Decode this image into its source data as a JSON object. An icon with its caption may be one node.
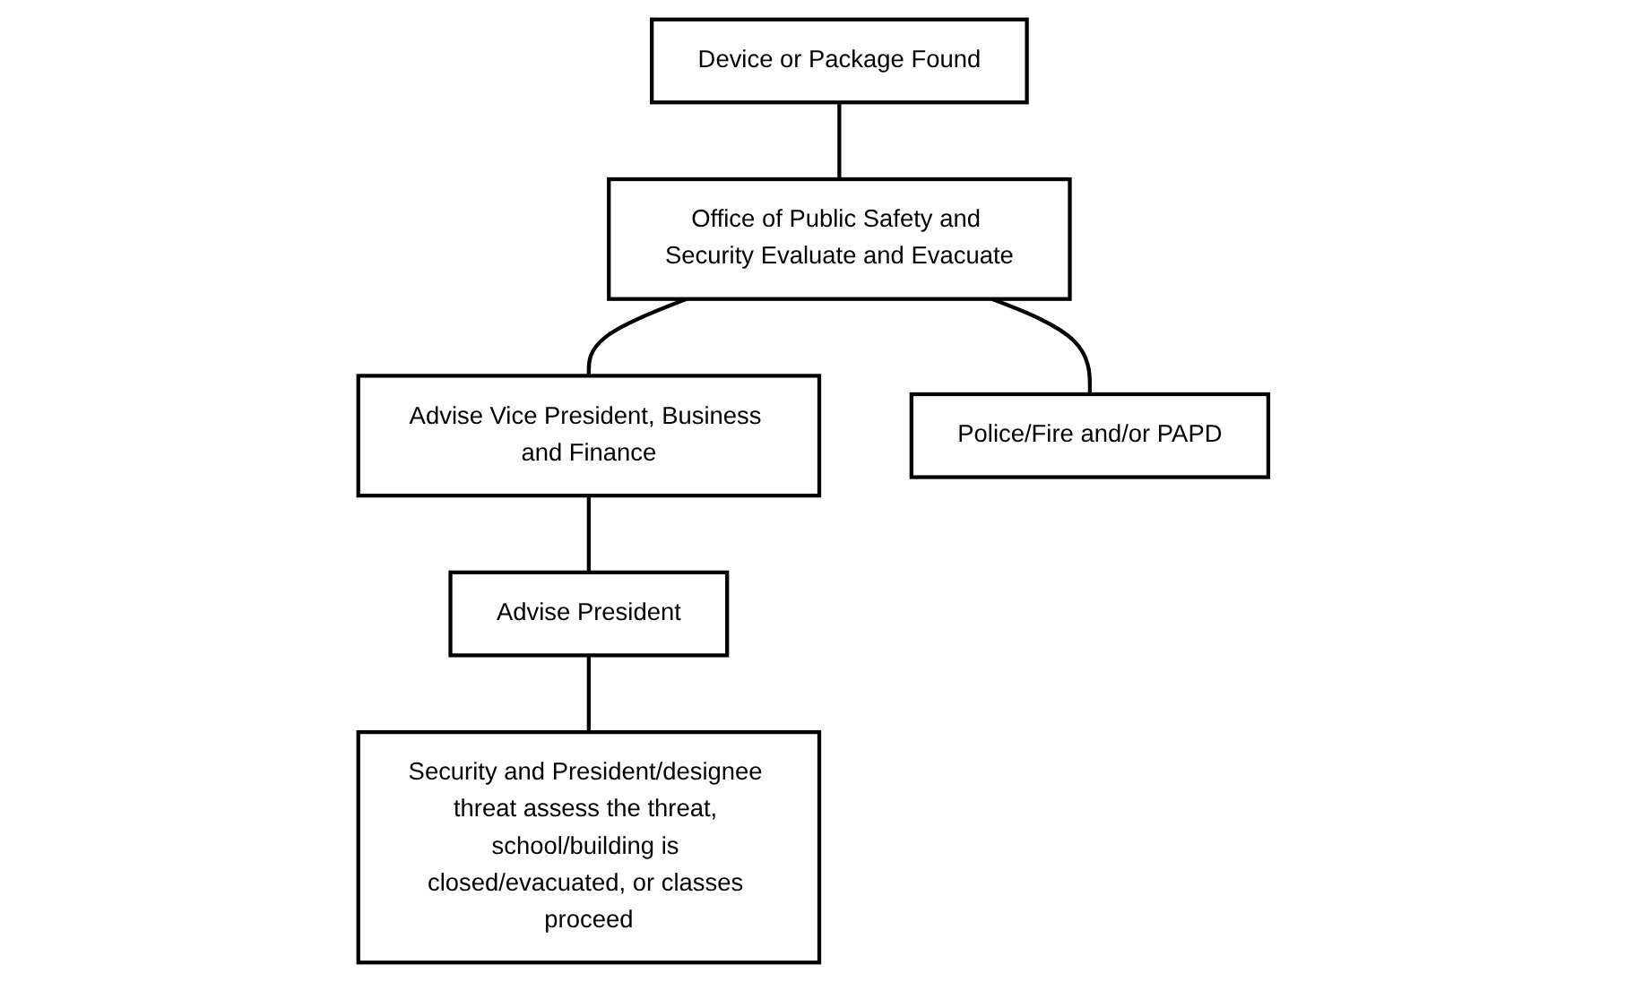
{
  "diagram": {
    "nodes": [
      {
        "text": [
          "Device or Package Found"
        ]
      },
      {
        "text": [
          "Office of Public Safety and Security Evaluate and Evacuate"
        ]
      },
      {
        "text": [
          "Advise Vice President, Business and Finance"
        ]
      },
      {
        "text": [
          "Police/Fire and/or PAPD"
        ]
      },
      {
        "text": [
          "Advise President"
        ]
      },
      {
        "text": [
          "Security and President/designee threat assess the threat, school/building is closed/evacuated, or classes proceed"
        ]
      }
    ],
    "edges": [
      {
        "from": 0,
        "to": 1,
        "arrow": "none"
      },
      {
        "from": 1,
        "to": 2,
        "arrow": "none"
      },
      {
        "from": 1,
        "to": 3,
        "arrow": "none"
      },
      {
        "from": 2,
        "to": 4,
        "arrow": "none"
      },
      {
        "from": 4,
        "to": 5,
        "arrow": "none"
      }
    ]
  }
}
